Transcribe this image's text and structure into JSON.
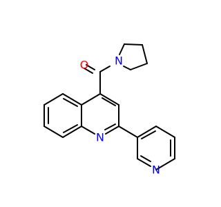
{
  "molecule": {
    "atoms": {
      "carbonyl_oxygen": {
        "symbol": "O",
        "color": "#ff0000"
      },
      "pyrrolidine_nitrogen": {
        "symbol": "N",
        "color": "#0000ff"
      },
      "quinoline_nitrogen": {
        "symbol": "N",
        "color": "#0000ff"
      },
      "pyridine_nitrogen": {
        "symbol": "N",
        "color": "#0000ff"
      }
    },
    "bond_color": "#000000"
  }
}
